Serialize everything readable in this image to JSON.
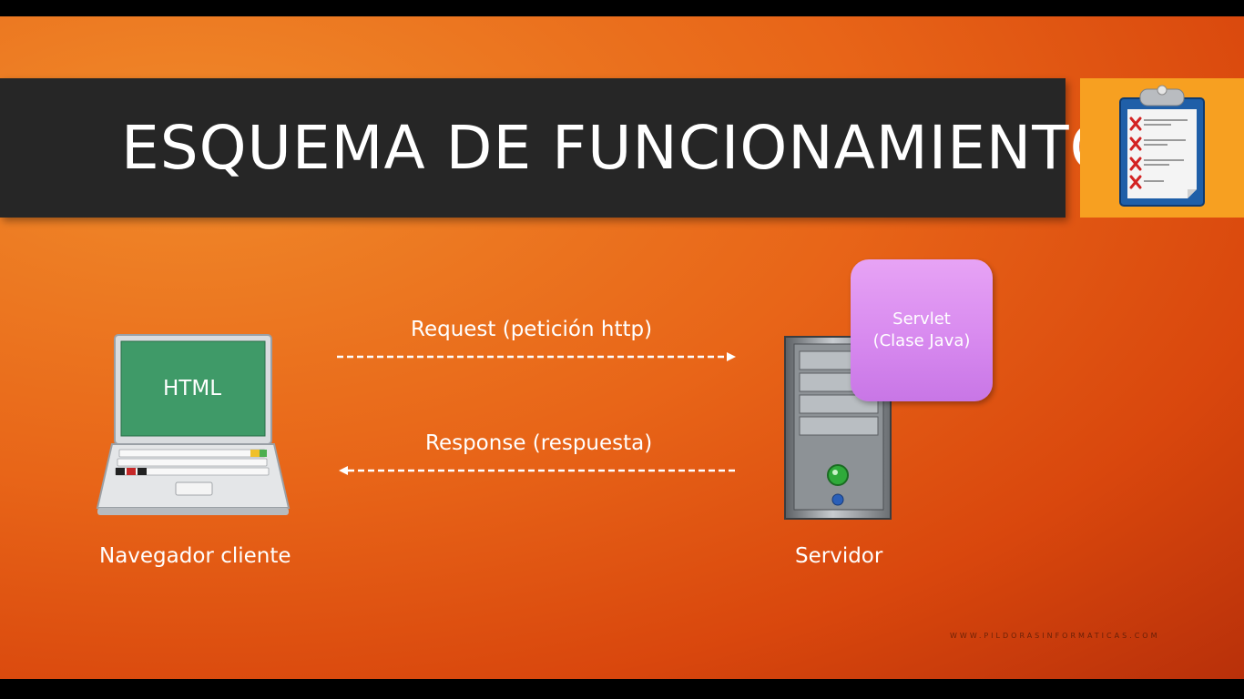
{
  "slide": {
    "title": "ESQUEMA DE FUNCIONAMIENTO",
    "client": {
      "screen_label": "HTML",
      "caption": "Navegador cliente"
    },
    "server": {
      "caption": "Servidor",
      "servlet_line1": "Servlet",
      "servlet_line2": "(Clase Java)"
    },
    "request_label": "Request (petición http)",
    "response_label": "Response (respuesta)",
    "watermark": "WWW.PILDORASINFORMATICAS.COM"
  },
  "colors": {
    "background": "#e86518",
    "title_bar": "#262626",
    "icon_box": "#f7a021",
    "servlet_box": "#d88aef",
    "screen": "#3f9a68"
  },
  "icons": {
    "checklist": "clipboard-checklist-icon",
    "laptop": "laptop-icon",
    "server": "server-tower-icon"
  }
}
